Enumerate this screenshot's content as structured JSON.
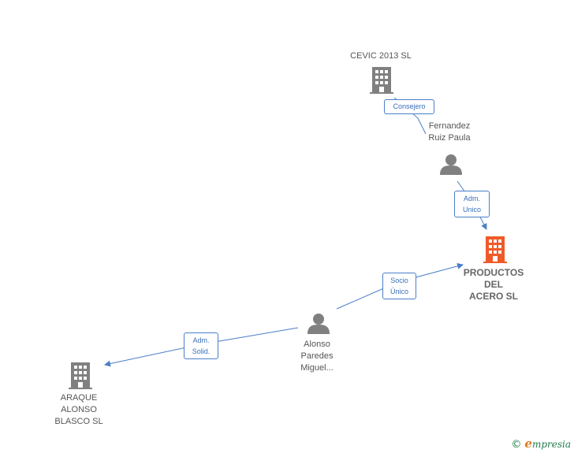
{
  "nodes": {
    "cevic": {
      "label": "CEVIC 2013 SL",
      "type": "company",
      "color": "#808080"
    },
    "fernandez": {
      "label": "Fernandez\nRuiz Paula",
      "type": "person",
      "color": "#808080"
    },
    "productos": {
      "label": "PRODUCTOS\nDEL\nACERO  SL",
      "type": "company",
      "color": "#f05a28"
    },
    "alonso": {
      "label": "Alonso\nParedes\nMiguel...",
      "type": "person",
      "color": "#808080"
    },
    "araque": {
      "label": "ARAQUE\nALONSO\nBLASCO  SL",
      "type": "company",
      "color": "#808080"
    }
  },
  "edges": {
    "consejero": {
      "label": "Consejero",
      "from": "fernandez",
      "to": "cevic"
    },
    "adm_unico": {
      "label": "Adm.\nUnico",
      "from": "fernandez",
      "to": "productos"
    },
    "socio_unico": {
      "label": "Socio\nÚnico",
      "from": "alonso",
      "to": "productos"
    },
    "adm_solid": {
      "label": "Adm.\nSolid.",
      "from": "alonso",
      "to": "araque"
    }
  },
  "colors": {
    "edge": "#4a7fc8",
    "icon": "#808080",
    "focus": "#f05a28"
  },
  "footer": {
    "copyright": "©",
    "brand_initial": "e",
    "brand_rest": "mpresia"
  }
}
